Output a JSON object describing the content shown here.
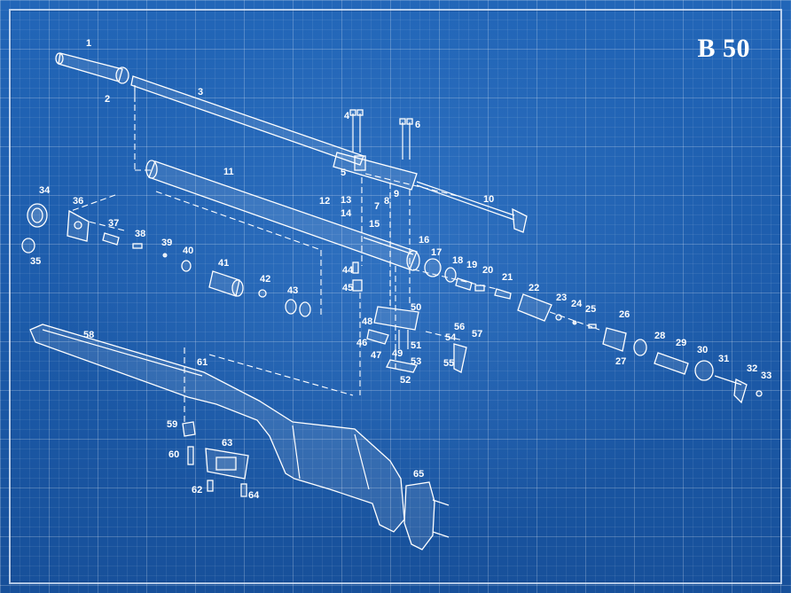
{
  "title": "B 50",
  "part_labels": [
    "1",
    "2",
    "3",
    "4",
    "5",
    "6",
    "7",
    "8",
    "9",
    "10",
    "11",
    "12",
    "13",
    "14",
    "15",
    "16",
    "17",
    "18",
    "19",
    "20",
    "21",
    "22",
    "23",
    "24",
    "25",
    "26",
    "27",
    "28",
    "29",
    "30",
    "31",
    "32",
    "33",
    "34",
    "35",
    "36",
    "37",
    "38",
    "39",
    "40",
    "41",
    "42",
    "43",
    "44",
    "45",
    "46",
    "47",
    "48",
    "49",
    "50",
    "51",
    "52",
    "53",
    "54",
    "55",
    "56",
    "57",
    "58",
    "59",
    "60",
    "61",
    "62",
    "63",
    "64",
    "65"
  ],
  "colors": {
    "background": "#1d5cab",
    "lines": "#ffffff"
  }
}
